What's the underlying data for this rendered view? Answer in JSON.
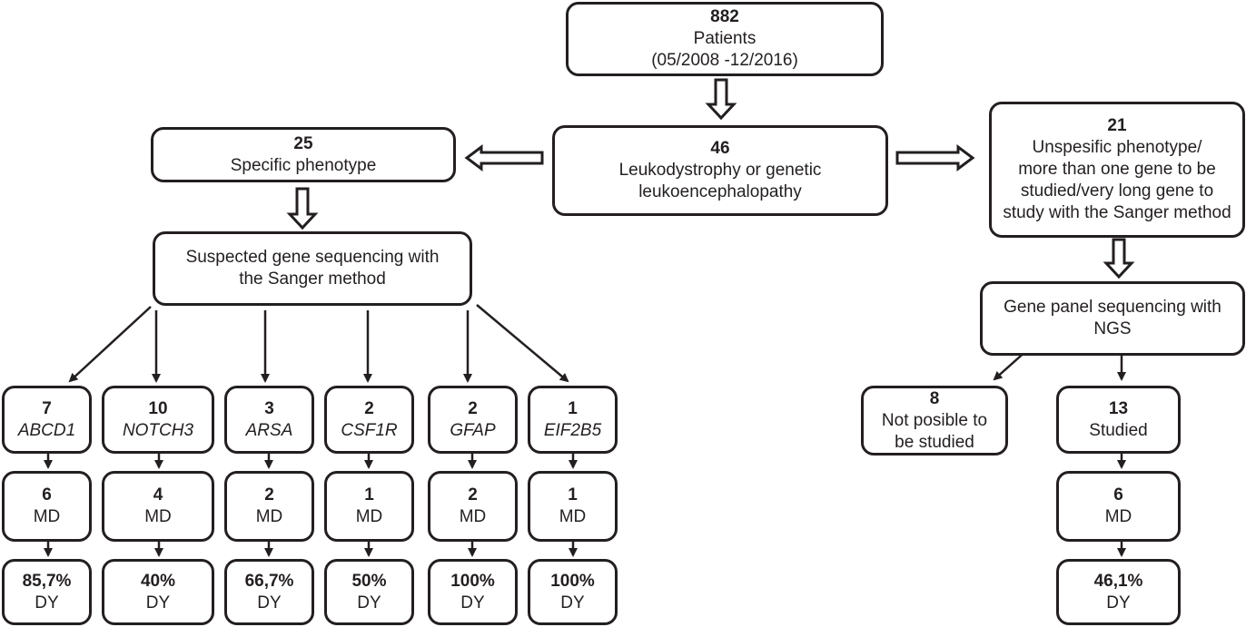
{
  "top": {
    "count": "882",
    "label": "Patients",
    "period": "(05/2008 -12/2016)"
  },
  "center": {
    "count": "46",
    "line1": "Leukodystrophy or genetic",
    "line2": "leukoencephalopathy"
  },
  "left": {
    "count": "25",
    "label": "Specific phenotype"
  },
  "right": {
    "count": "21",
    "lines": [
      "Unspesific phenotype/",
      "more than one gene to be",
      "studied/very long gene to",
      "study with the Sanger method"
    ]
  },
  "sanger": {
    "line1": "Suspected gene sequencing with",
    "line2": "the Sanger method"
  },
  "ngs": {
    "line1": "Gene panel sequencing with",
    "line2": "NGS"
  },
  "genes": [
    {
      "count": "7",
      "gene": "ABCD1",
      "md": "6",
      "md_label": "MD",
      "dy": "85,7%",
      "dy_label": "DY"
    },
    {
      "count": "10",
      "gene": "NOTCH3",
      "md": "4",
      "md_label": "MD",
      "dy": "40%",
      "dy_label": "DY"
    },
    {
      "count": "3",
      "gene": "ARSA",
      "md": "2",
      "md_label": "MD",
      "dy": "66,7%",
      "dy_label": "DY"
    },
    {
      "count": "2",
      "gene": "CSF1R",
      "md": "1",
      "md_label": "MD",
      "dy": "50%",
      "dy_label": "DY"
    },
    {
      "count": "2",
      "gene": "GFAP",
      "md": "2",
      "md_label": "MD",
      "dy": "100%",
      "dy_label": "DY"
    },
    {
      "count": "1",
      "gene": "EIF2B5",
      "md": "1",
      "md_label": "MD",
      "dy": "100%",
      "dy_label": "DY"
    }
  ],
  "not_possible": {
    "count": "8",
    "line1": "Not posible to",
    "line2": "be studied"
  },
  "studied": {
    "count": "13",
    "label": "Studied"
  },
  "studied_md": {
    "count": "6",
    "label": "MD"
  },
  "studied_dy": {
    "count": "46,1%",
    "label": "DY"
  }
}
